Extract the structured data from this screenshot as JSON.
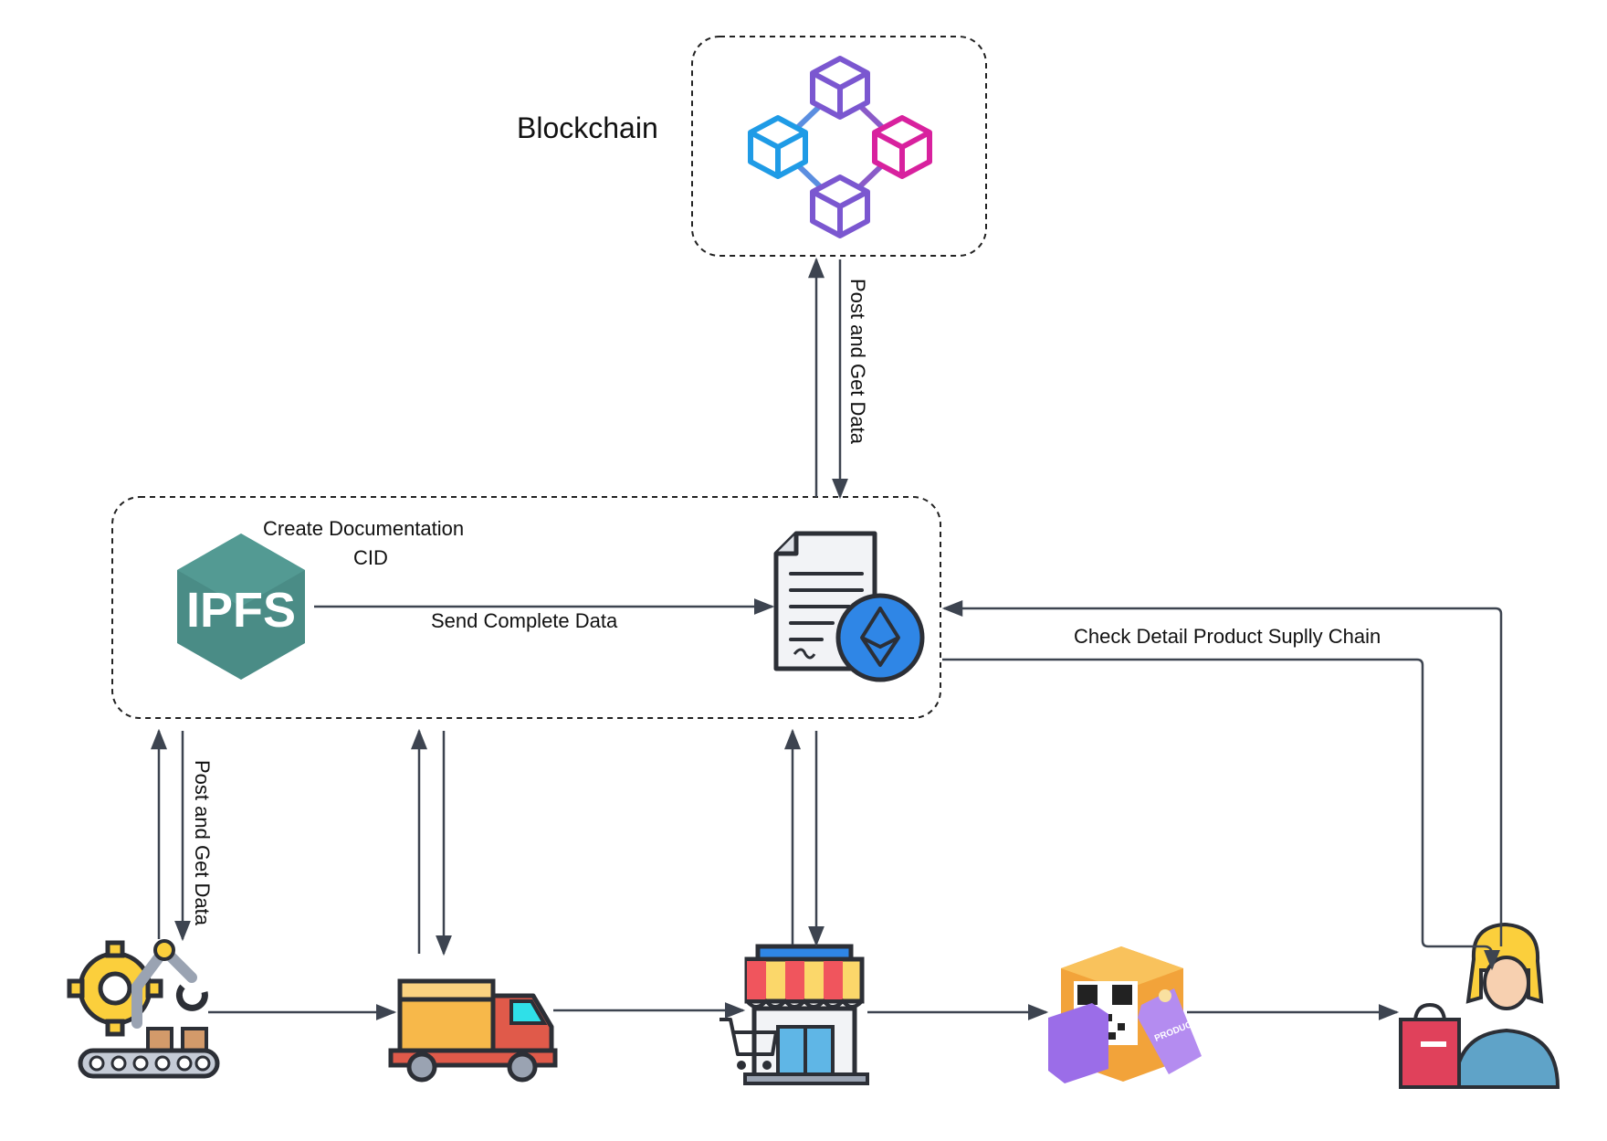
{
  "labels": {
    "blockchain": "Blockchain",
    "create_doc_line1": "Create Documentation",
    "create_doc_line2": "CID",
    "send_complete": "Send Complete Data",
    "post_get_top": "Post and Get Data",
    "post_get_left": "Post and Get Data",
    "check_detail": "Check Detail Product Suplly Chain",
    "ipfs_logo": "IPFS",
    "product_tag": "PRODUCT"
  },
  "icons": {
    "blockchain": "blockchain-network-icon",
    "ipfs": "ipfs-logo-icon",
    "contract": "ethereum-smart-contract-icon",
    "factory": "factory-robot-arm-icon",
    "truck": "delivery-truck-icon",
    "store": "retail-store-icon",
    "product": "qr-product-package-icon",
    "customer": "customer-shopping-icon"
  },
  "colors": {
    "line": "#3d4450",
    "ipfs": "#4a8c86",
    "eth": "#2f86e6",
    "awning_red": "#f0555d",
    "awning_yellow": "#fbd76a",
    "truck_red": "#e05a4a",
    "cargo": "#f7b84a",
    "product_purple": "#9b6de8",
    "bag_red": "#e0415b"
  }
}
